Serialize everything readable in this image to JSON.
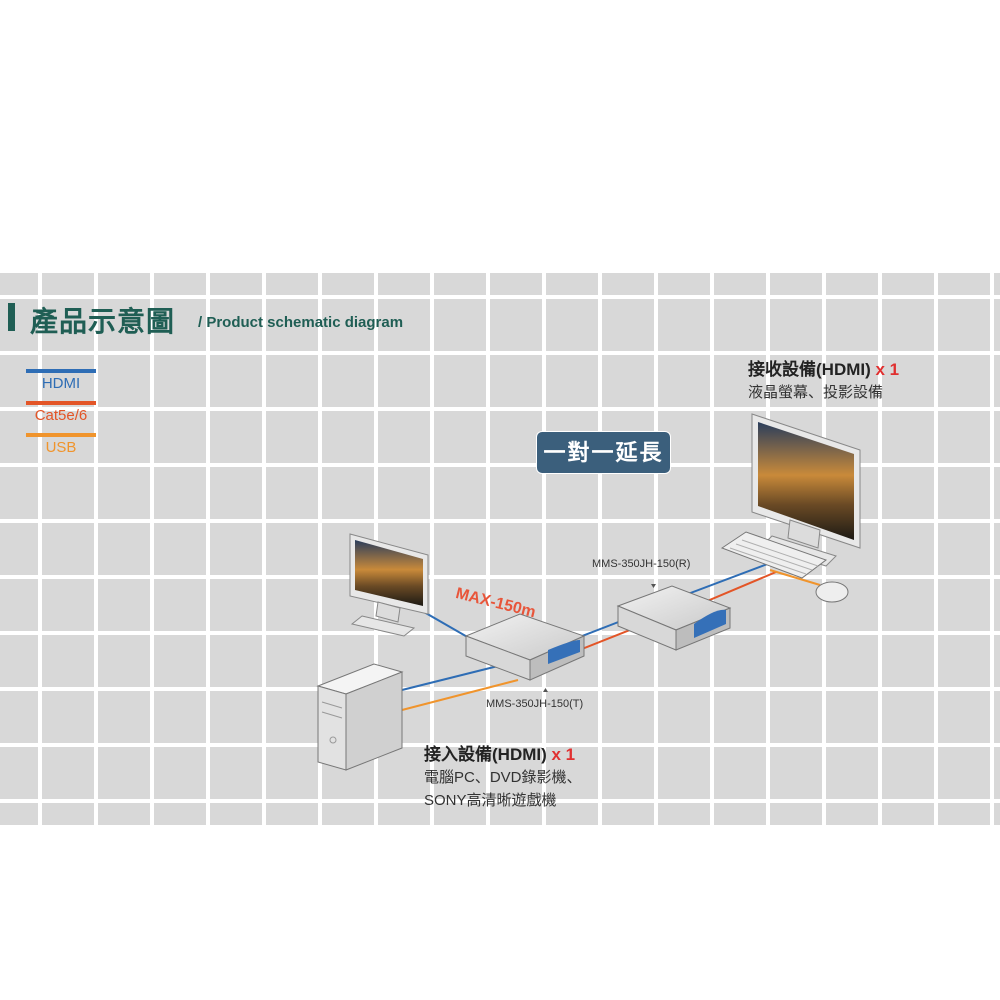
{
  "header": {
    "title_zh": "產品示意圖",
    "title_en": "/ Product schematic diagram"
  },
  "legend": [
    {
      "label": "HDMI",
      "color": "#2e6db5"
    },
    {
      "label": "Cat5e/6",
      "color": "#e35527"
    },
    {
      "label": "USB",
      "color": "#f0942c"
    }
  ],
  "mode_label": "一對一延長",
  "distance_label": "MAX-150m",
  "receiver_model": "MMS-350JH-150(R)",
  "transmitter_model": "MMS-350JH-150(T)",
  "receiver_device": {
    "title": "接收設備(HDMI)",
    "count": "x 1",
    "desc": "液晶螢幕、投影設備"
  },
  "source_device": {
    "title": "接入設備(HDMI)",
    "count": "x 1",
    "desc_line1": "電腦PC、DVD錄影機、",
    "desc_line2": "SONY高清晰遊戲機"
  }
}
